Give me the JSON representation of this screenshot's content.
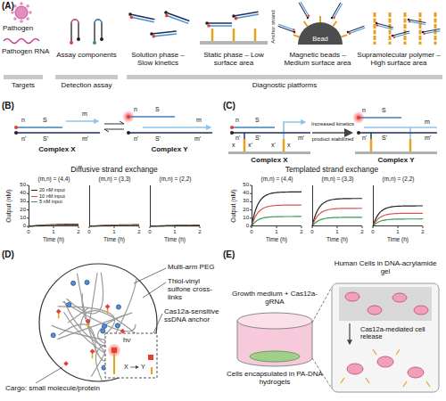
{
  "diagram": {
    "nodes": [
      {
        "text": [
          "Bead"
        ]
      },
      {
        "text": [
          "(m,n) = (4,4)"
        ]
      },
      {
        "text": [
          "(m,n) = (3,3)"
        ]
      },
      {
        "text": [
          "(m,n) = (2,2)"
        ]
      },
      {
        "text": [
          "(m,n) = (4,4)"
        ]
      },
      {
        "text": [
          "(m,n) = (3,3)"
        ]
      },
      {
        "text": [
          "(m,n) = (2,2)"
        ]
      }
    ],
    "labels": [
      "(A)",
      "Pathogen",
      "Pathogen RNA",
      "Assay components",
      "Solution phase – Slow kinetics",
      "Static phase – Low surface area",
      "Anchor strand",
      "Magnetic beads – Medium surface area",
      "Supramolecular polymer – High surface area",
      "Targets",
      "Detection assay",
      "Diagnostic platforms",
      "(B)",
      "n",
      "S",
      "m",
      "n'",
      "S'",
      "m'",
      "Complex X",
      "n",
      "S",
      "m",
      "n'",
      "S'",
      "m'",
      "Complex Y",
      "Diffusive strand exchange",
      "Output (nM)",
      "0",
      "10",
      "20",
      "30",
      "40",
      "50",
      "0",
      "1",
      "2",
      "Time (h)",
      "0",
      "1",
      "2",
      "Time (h)",
      "0",
      "1",
      "2",
      "Time (h)",
      "(C)",
      "n",
      "S",
      "n'",
      "S'",
      "m'",
      "x",
      "x'",
      "x'",
      "x",
      "Complex X",
      "Increased kinetics",
      "product stabilized",
      "n",
      "S",
      "m",
      "n'",
      "S'",
      "m'",
      "Complex Y",
      "Templated strand exchange",
      "Output (nM)",
      "0",
      "10",
      "20",
      "30",
      "40",
      "50",
      "0",
      "1",
      "2",
      "Time (h)",
      "0",
      "1",
      "2",
      "Time (h)",
      "0",
      "1",
      "2",
      "Time (h)",
      "(D)",
      "Multi-arm PEG",
      "Thiol-vinyl sulfone cross-links",
      "Cas12a-sensitive ssDNA anchor",
      "Cargo: small molecule/protein",
      "hν",
      "X",
      "Y",
      "(E)",
      "Growth medium + Cas12a-gRNA",
      "Cells encapsulated in PA-DNA hydrogels",
      "Human Cells in DNA-acrylamide gel",
      "Cas12a-mediated cell release"
    ],
    "legend": [
      {
        "text": "20 nM input"
      },
      {
        "text": "10 nM input"
      },
      {
        "text": "5 nM input"
      }
    ]
  }
}
